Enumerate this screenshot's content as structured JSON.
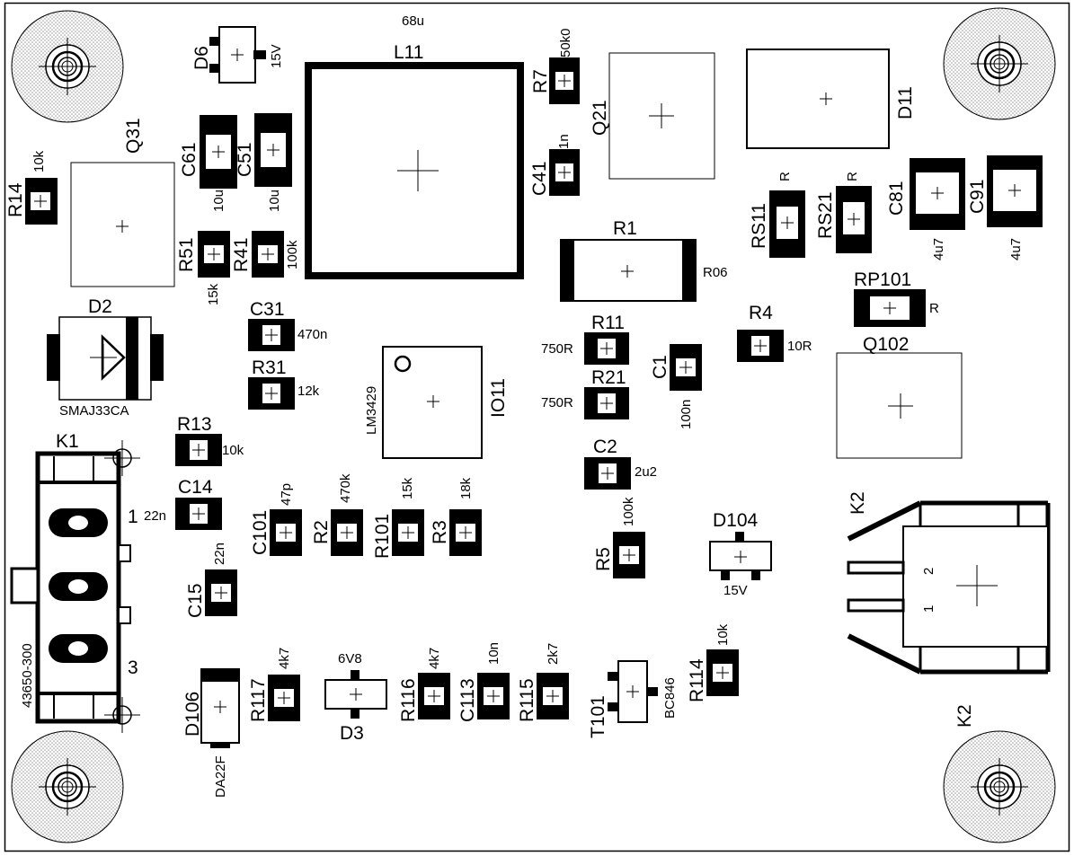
{
  "colors": {
    "ink": "#000000",
    "paper": "#ffffff",
    "hole_pattern": "#9a9a9a"
  },
  "components": {
    "L11": {
      "ref": "L11",
      "value": "68u"
    },
    "D6": {
      "ref": "D6",
      "value": "15V"
    },
    "R7": {
      "ref": "R7",
      "value": "50k0"
    },
    "Q21": {
      "ref": "Q21"
    },
    "D11": {
      "ref": "D11"
    },
    "R14": {
      "ref": "R14",
      "value": "10k"
    },
    "Q31": {
      "ref": "Q31"
    },
    "C61": {
      "ref": "C61",
      "value": "10u"
    },
    "C51": {
      "ref": "C51",
      "value": "10u"
    },
    "C41": {
      "ref": "C41",
      "value": "1n"
    },
    "RS11": {
      "ref": "RS11",
      "value": "R"
    },
    "RS21": {
      "ref": "RS21",
      "value": "R"
    },
    "C81": {
      "ref": "C81",
      "value": "4u7"
    },
    "C91": {
      "ref": "C91",
      "value": "4u7"
    },
    "R51": {
      "ref": "R51",
      "value": "15k"
    },
    "R41": {
      "ref": "R41",
      "value": "100k"
    },
    "R1": {
      "ref": "R1",
      "value": "R06"
    },
    "RP101": {
      "ref": "RP101",
      "value": "R"
    },
    "D2": {
      "ref": "D2",
      "value": "SMAJ33CA"
    },
    "C31": {
      "ref": "C31",
      "value": "470n"
    },
    "R31": {
      "ref": "R31",
      "value": "12k"
    },
    "IO11": {
      "ref": "IO11",
      "value": "LM3429"
    },
    "R11": {
      "ref": "R11",
      "value": "750R"
    },
    "R21": {
      "ref": "R21",
      "value": "750R"
    },
    "C1": {
      "ref": "C1",
      "value": "100n"
    },
    "R4": {
      "ref": "R4",
      "value": "10R"
    },
    "Q102": {
      "ref": "Q102"
    },
    "R13": {
      "ref": "R13",
      "value": "10k"
    },
    "K1": {
      "ref": "K1",
      "value": "43650-300",
      "pin1": "1",
      "pin3": "3"
    },
    "C14": {
      "ref": "C14",
      "value": "22n"
    },
    "C2": {
      "ref": "C2",
      "value": "2u2"
    },
    "C101": {
      "ref": "C101",
      "value": "47p"
    },
    "R2": {
      "ref": "R2",
      "value": "470k"
    },
    "R101": {
      "ref": "R101",
      "value": "15k"
    },
    "R3": {
      "ref": "R3",
      "value": "18k"
    },
    "R5": {
      "ref": "R5",
      "value": "100k"
    },
    "D104": {
      "ref": "D104",
      "value": "15V"
    },
    "K2": {
      "ref": "K2",
      "ref2": "K2",
      "pin1": "1",
      "pin2": "2"
    },
    "C15": {
      "ref": "C15",
      "value": "22n"
    },
    "D106": {
      "ref": "D106",
      "value": "DA22F"
    },
    "R117": {
      "ref": "R117",
      "value": "4k7"
    },
    "D3": {
      "ref": "D3",
      "value": "6V8"
    },
    "R116": {
      "ref": "R116",
      "value": "4k7"
    },
    "C113": {
      "ref": "C113",
      "value": "10n"
    },
    "R115": {
      "ref": "R115",
      "value": "2k7"
    },
    "T101": {
      "ref": "T101",
      "value": "BC846"
    },
    "R114": {
      "ref": "R114",
      "value": "10k"
    }
  }
}
